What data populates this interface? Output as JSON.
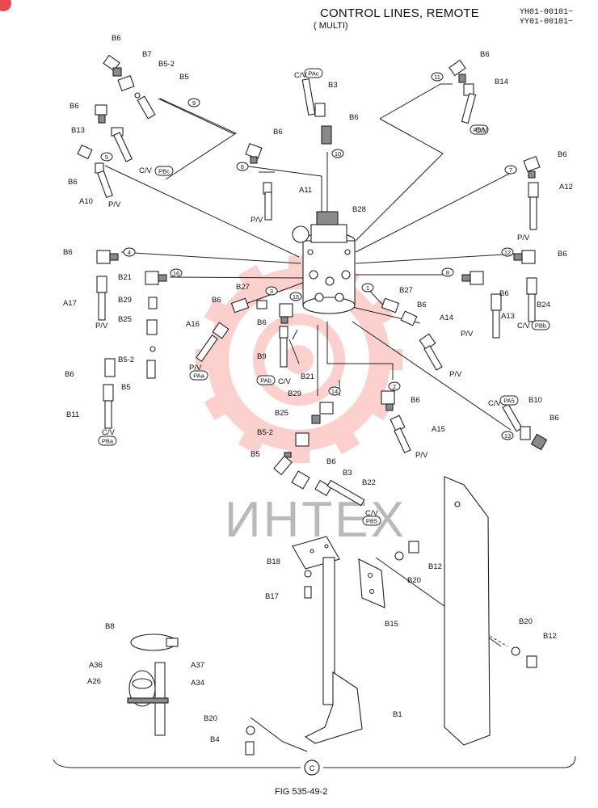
{
  "header": {
    "title": "CONTROL LINES, REMOTE",
    "subtitle": "( MULTI)",
    "serials": [
      "YH01-00101~",
      "YY01-00101~"
    ],
    "figure_caption": "FIG 535-49-2"
  },
  "watermark": {
    "text": "ИНТЕХ",
    "color": "#f0483e"
  },
  "colors": {
    "ink": "#222222",
    "watermark_gear": "#f25a50",
    "badge": "#e8484e"
  },
  "center_part": "B28",
  "balloons": [
    "1",
    "2",
    "3",
    "4",
    "5",
    "6",
    "7",
    "8",
    "9",
    "10",
    "11",
    "12",
    "13",
    "14",
    "15",
    "16"
  ],
  "connection_markers": [
    "C"
  ],
  "tags": [
    "PAc",
    "PB1",
    "PBc",
    "PAb",
    "PBb",
    "PAa",
    "PBa",
    "PA5",
    "PB5"
  ],
  "labels": {
    "cv": "C/V",
    "pv": "P/V",
    "b1": "B1",
    "b3": "B3",
    "b4": "B4",
    "b5": "B5",
    "b5_2": "B5-2",
    "b6": "B6",
    "b7": "B7",
    "b8": "B8",
    "b9": "B9",
    "b10": "B10",
    "b11": "B11",
    "b12": "B12",
    "b13": "B13",
    "b14": "B14",
    "b15": "B15",
    "b17": "B17",
    "b18": "B18",
    "b20": "B20",
    "b21": "B21",
    "b22": "B22",
    "b24": "B24",
    "b25": "B25",
    "b27": "B27",
    "b28": "B28",
    "b29": "B29",
    "a10": "A10",
    "a11": "A11",
    "a12": "A12",
    "a13": "A13",
    "a14": "A14",
    "a15": "A15",
    "a16": "A16",
    "a17": "A17",
    "a26": "A26",
    "a34": "A34",
    "a36": "A36",
    "a37": "A37"
  }
}
